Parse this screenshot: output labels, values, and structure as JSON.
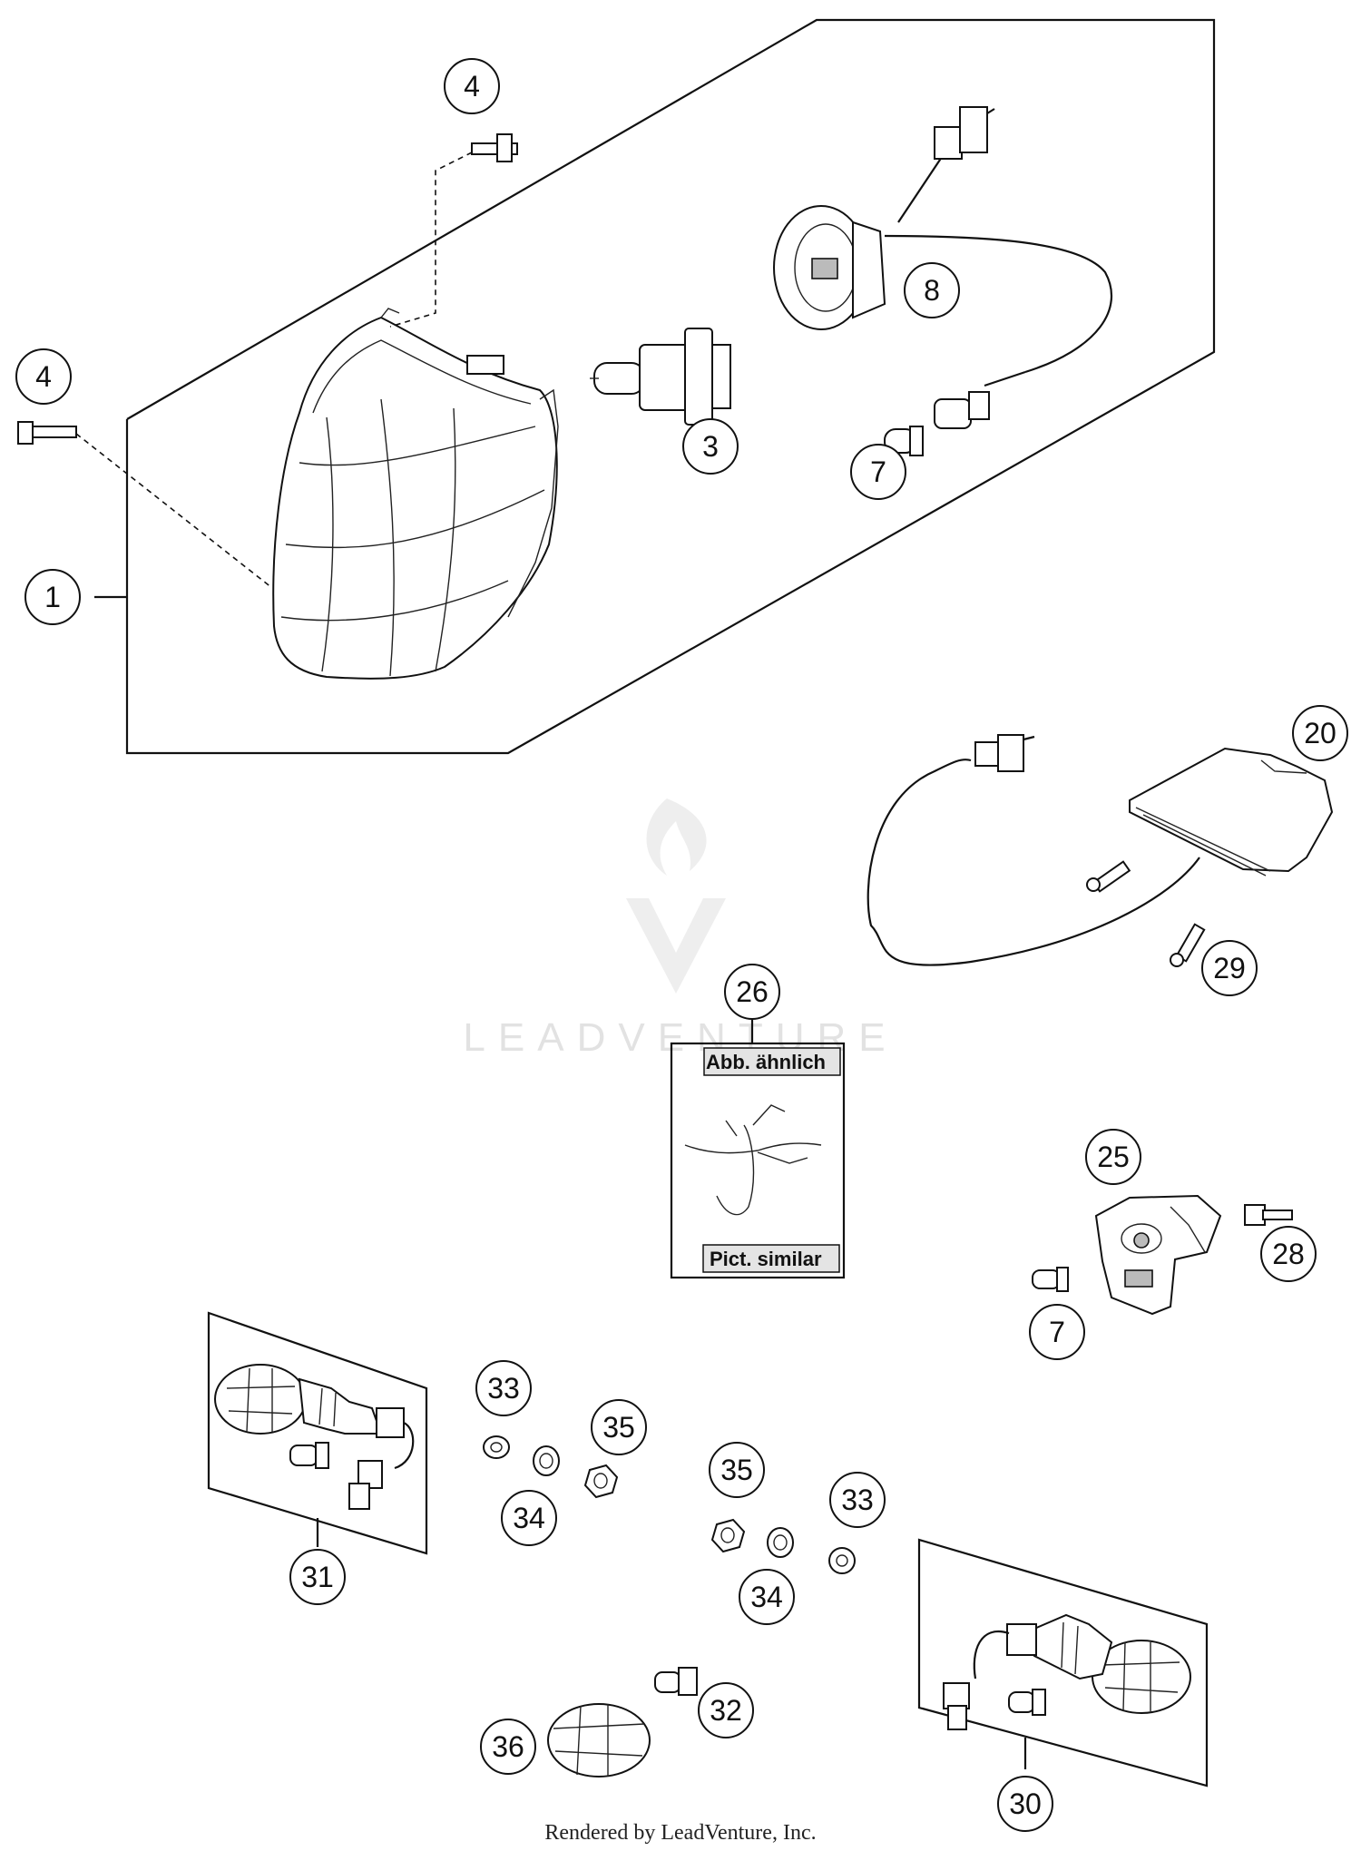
{
  "watermark": {
    "brand": "LEADVENTURE"
  },
  "footer": {
    "text": "Rendered by LeadVenture, Inc."
  },
  "wiring_harness_box": {
    "top_label": "Abb. ähnlich",
    "bottom_label": "Pict. similar"
  },
  "callouts": [
    {
      "id": "c1",
      "label": "1"
    },
    {
      "id": "c3",
      "label": "3"
    },
    {
      "id": "c4a",
      "label": "4"
    },
    {
      "id": "c4b",
      "label": "4"
    },
    {
      "id": "c7a",
      "label": "7"
    },
    {
      "id": "c7b",
      "label": "7"
    },
    {
      "id": "c8",
      "label": "8"
    },
    {
      "id": "c20",
      "label": "20"
    },
    {
      "id": "c25",
      "label": "25"
    },
    {
      "id": "c26",
      "label": "26"
    },
    {
      "id": "c28",
      "label": "28"
    },
    {
      "id": "c29",
      "label": "29"
    },
    {
      "id": "c30",
      "label": "30"
    },
    {
      "id": "c31",
      "label": "31"
    },
    {
      "id": "c32",
      "label": "32"
    },
    {
      "id": "c33a",
      "label": "33"
    },
    {
      "id": "c33b",
      "label": "33"
    },
    {
      "id": "c34a",
      "label": "34"
    },
    {
      "id": "c34b",
      "label": "34"
    },
    {
      "id": "c35a",
      "label": "35"
    },
    {
      "id": "c35b",
      "label": "35"
    },
    {
      "id": "c36",
      "label": "36"
    }
  ]
}
